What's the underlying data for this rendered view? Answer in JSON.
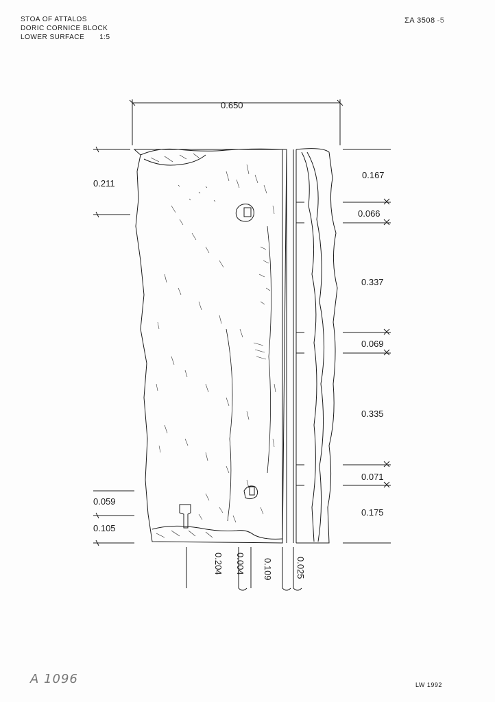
{
  "title": {
    "line1": "STOA OF ATTALOS",
    "line2": "DORIC CORNICE BLOCK",
    "line3": "LOWER SURFACE",
    "scale": "1:5"
  },
  "reference": {
    "number": "ΣA 3508",
    "suffix": "-5"
  },
  "archive_number": "A 1096",
  "drafter": "LW 1992",
  "dimensions": {
    "overall_width": "0.650",
    "left_top": "0.211",
    "left_bottom_upper": "0.059",
    "left_bottom_lower": "0.105",
    "right": [
      "0.167",
      "0.066",
      "0.337",
      "0.069",
      "0.335",
      "0.071",
      "0.175"
    ],
    "bottom": [
      "0.204",
      "0.004",
      "0.109",
      "0.025"
    ]
  }
}
